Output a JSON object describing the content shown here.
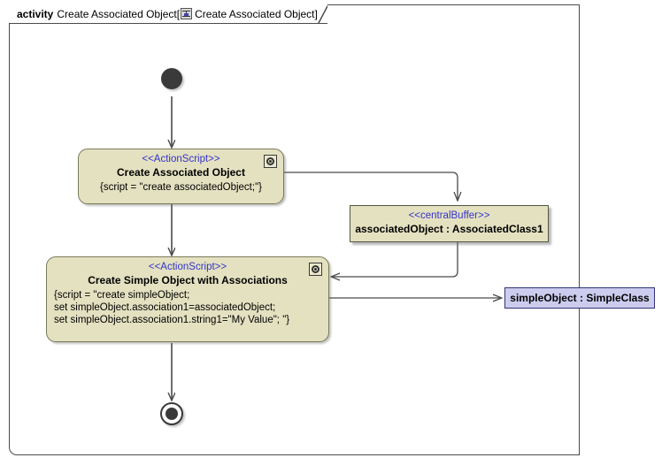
{
  "frame": {
    "keyword": "activity",
    "name": "Create Associated Object",
    "bracket_open": "[",
    "icon": "activity-diagram-icon",
    "diagram_name": "Create Associated Object",
    "bracket_close": "]"
  },
  "nodes": {
    "initial": {
      "name": "initial-node"
    },
    "final": {
      "name": "activity-final-node"
    },
    "action1": {
      "stereotype": "<<ActionScript>>",
      "name": "Create Associated Object",
      "body": "{script = \"create associatedObject;\"}",
      "icon": "script-icon"
    },
    "action2": {
      "stereotype": "<<ActionScript>>",
      "name": "Create Simple Object with Associations",
      "body": "{script = \"create simpleObject;\nset simpleObject.association1=associatedObject;\nset simpleObject.association1.string1=\"My Value\"; \"}",
      "icon": "script-icon"
    },
    "buffer": {
      "stereotype": "<<centralBuffer>>",
      "label": "associatedObject : AssociatedClass1"
    },
    "object": {
      "label": "simpleObject : SimpleClass"
    }
  },
  "colors": {
    "action_fill": "#e4e1c1",
    "action_border": "#7a7a5a",
    "stereotype_text": "#3333cc",
    "object_fill": "#ccccee",
    "object_border": "#333377",
    "node_solid": "#3a3a3a",
    "edge": "#4a4a4a",
    "frame_border": "#4a4a4a",
    "canvas_bg": "#ffffff"
  }
}
